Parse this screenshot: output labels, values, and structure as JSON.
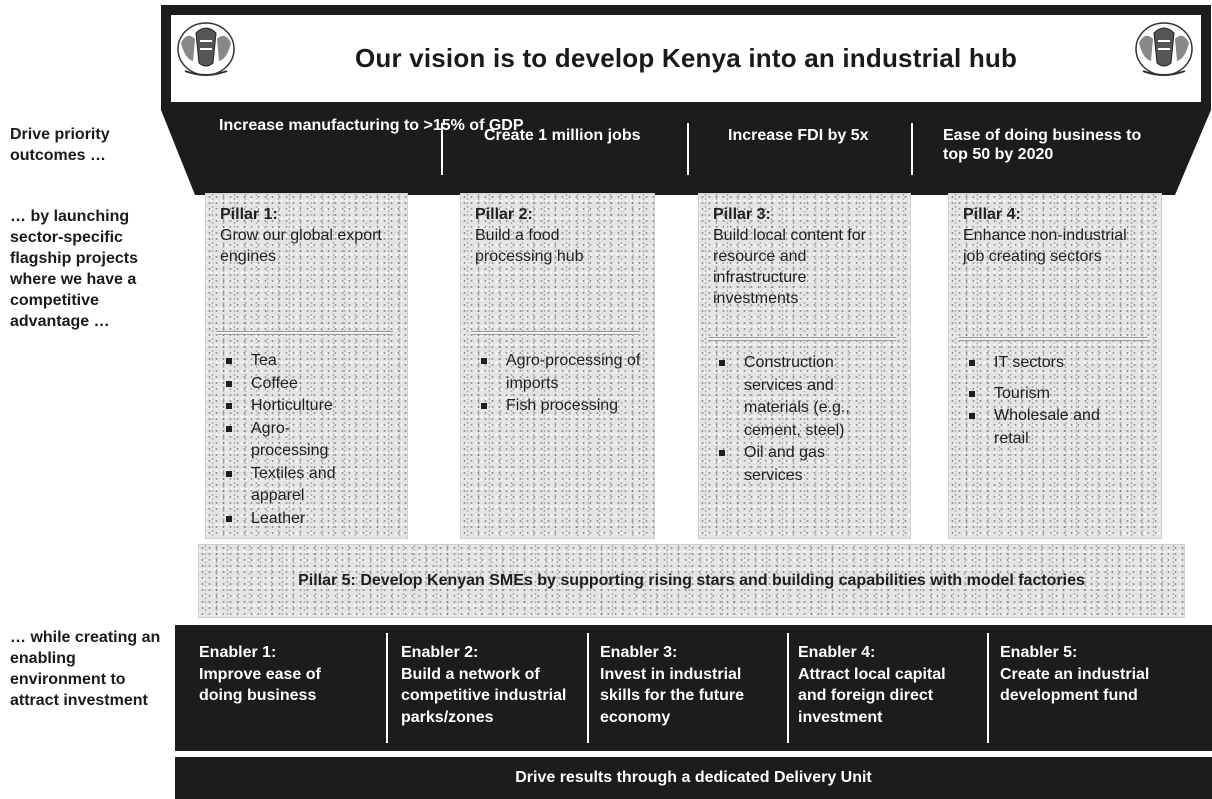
{
  "vision": {
    "title": "Our vision is to develop Kenya into an industrial hub"
  },
  "side_labels": {
    "outcomes": "Drive priority outcomes …",
    "projects": "… by launching sector-specific flagship projects where we have a competitive advantage …",
    "environment": "… while creating an enabling environment to attract investment"
  },
  "outcomes": [
    "Increase manufacturing to >15% of GDP",
    "Create 1 million jobs",
    "Increase FDI by 5x",
    "Ease of doing business to top 50 by 2020"
  ],
  "pillars": [
    {
      "title": "Pillar 1:",
      "subtitle": "Grow our global export engines",
      "items": [
        "Tea",
        "Coffee",
        "Horticulture",
        "Agro-processing",
        "Textiles and apparel",
        "Leather"
      ]
    },
    {
      "title": "Pillar 2:",
      "subtitle": "Build a food processing hub",
      "items": [
        "Agro-processing of imports",
        "Fish processing"
      ]
    },
    {
      "title": "Pillar 3:",
      "subtitle": "Build local content for resource and infrastructure investments",
      "items": [
        "Construction services and materials (e.g., cement, steel)",
        "Oil and gas services"
      ]
    },
    {
      "title": "Pillar 4:",
      "subtitle": "Enhance non-industrial job creating sectors",
      "items": [
        "IT sectors",
        "Tourism",
        "Wholesale and retail"
      ]
    }
  ],
  "pillar5": "Pillar 5: Develop Kenyan SMEs by supporting rising stars and building capabilities with model factories",
  "enablers": [
    {
      "title": "Enabler 1:",
      "text": "Improve ease of doing business"
    },
    {
      "title": "Enabler 2:",
      "text": "Build a network of competitive industrial parks/zones"
    },
    {
      "title": "Enabler 3:",
      "text": "Invest in industrial skills for the future economy"
    },
    {
      "title": "Enabler 4:",
      "text": "Attract local capital and foreign direct investment"
    },
    {
      "title": "Enabler 5:",
      "text": "Create an industrial development fund"
    }
  ],
  "delivery": "Drive results through a dedicated Delivery Unit",
  "colors": {
    "dark": "#1c1c1c",
    "light_text": "#ffffff",
    "panel": "#e4e4e4"
  }
}
